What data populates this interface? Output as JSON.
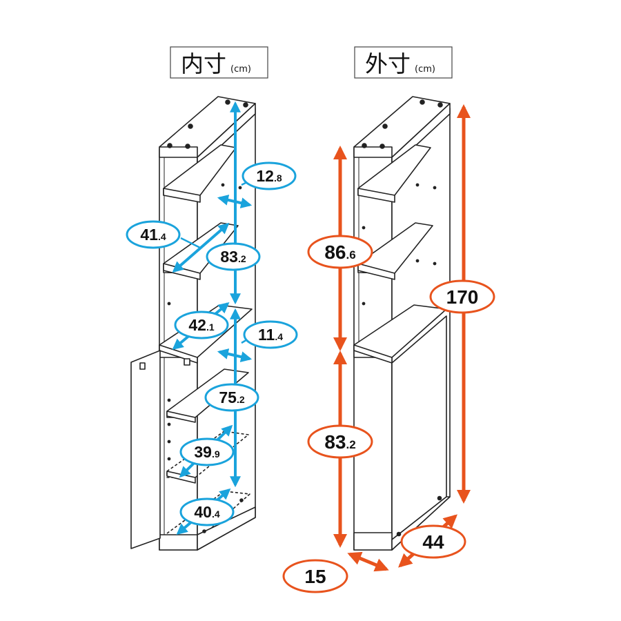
{
  "colors": {
    "inner_accent": "#1aa3dc",
    "outer_accent": "#e8531d",
    "outline": "#222222",
    "label_fill": "#ffffff"
  },
  "inner": {
    "title": "内寸",
    "unit": "(cm)",
    "labels": [
      {
        "id": "shelf_depth_upper",
        "main": "12",
        "dec": ".8"
      },
      {
        "id": "shelf_width_upper",
        "main": "41",
        "dec": ".4"
      },
      {
        "id": "upper_height",
        "main": "83",
        "dec": ".2"
      },
      {
        "id": "shelf_width_middle",
        "main": "42",
        "dec": ".1"
      },
      {
        "id": "shelf_depth_lower",
        "main": "11",
        "dec": ".4"
      },
      {
        "id": "lower_height",
        "main": "75",
        "dec": ".2"
      },
      {
        "id": "shelf_width_lower",
        "main": "39",
        "dec": ".9"
      },
      {
        "id": "bottom_width",
        "main": "40",
        "dec": ".4"
      }
    ]
  },
  "outer": {
    "title": "外寸",
    "unit": "(cm)",
    "labels": [
      {
        "id": "upper_height",
        "main": "86",
        "dec": ".6"
      },
      {
        "id": "total_height",
        "main": "170",
        "dec": ""
      },
      {
        "id": "lower_height",
        "main": "83",
        "dec": ".2"
      },
      {
        "id": "depth",
        "main": "44",
        "dec": ""
      },
      {
        "id": "width",
        "main": "15",
        "dec": ""
      }
    ]
  }
}
